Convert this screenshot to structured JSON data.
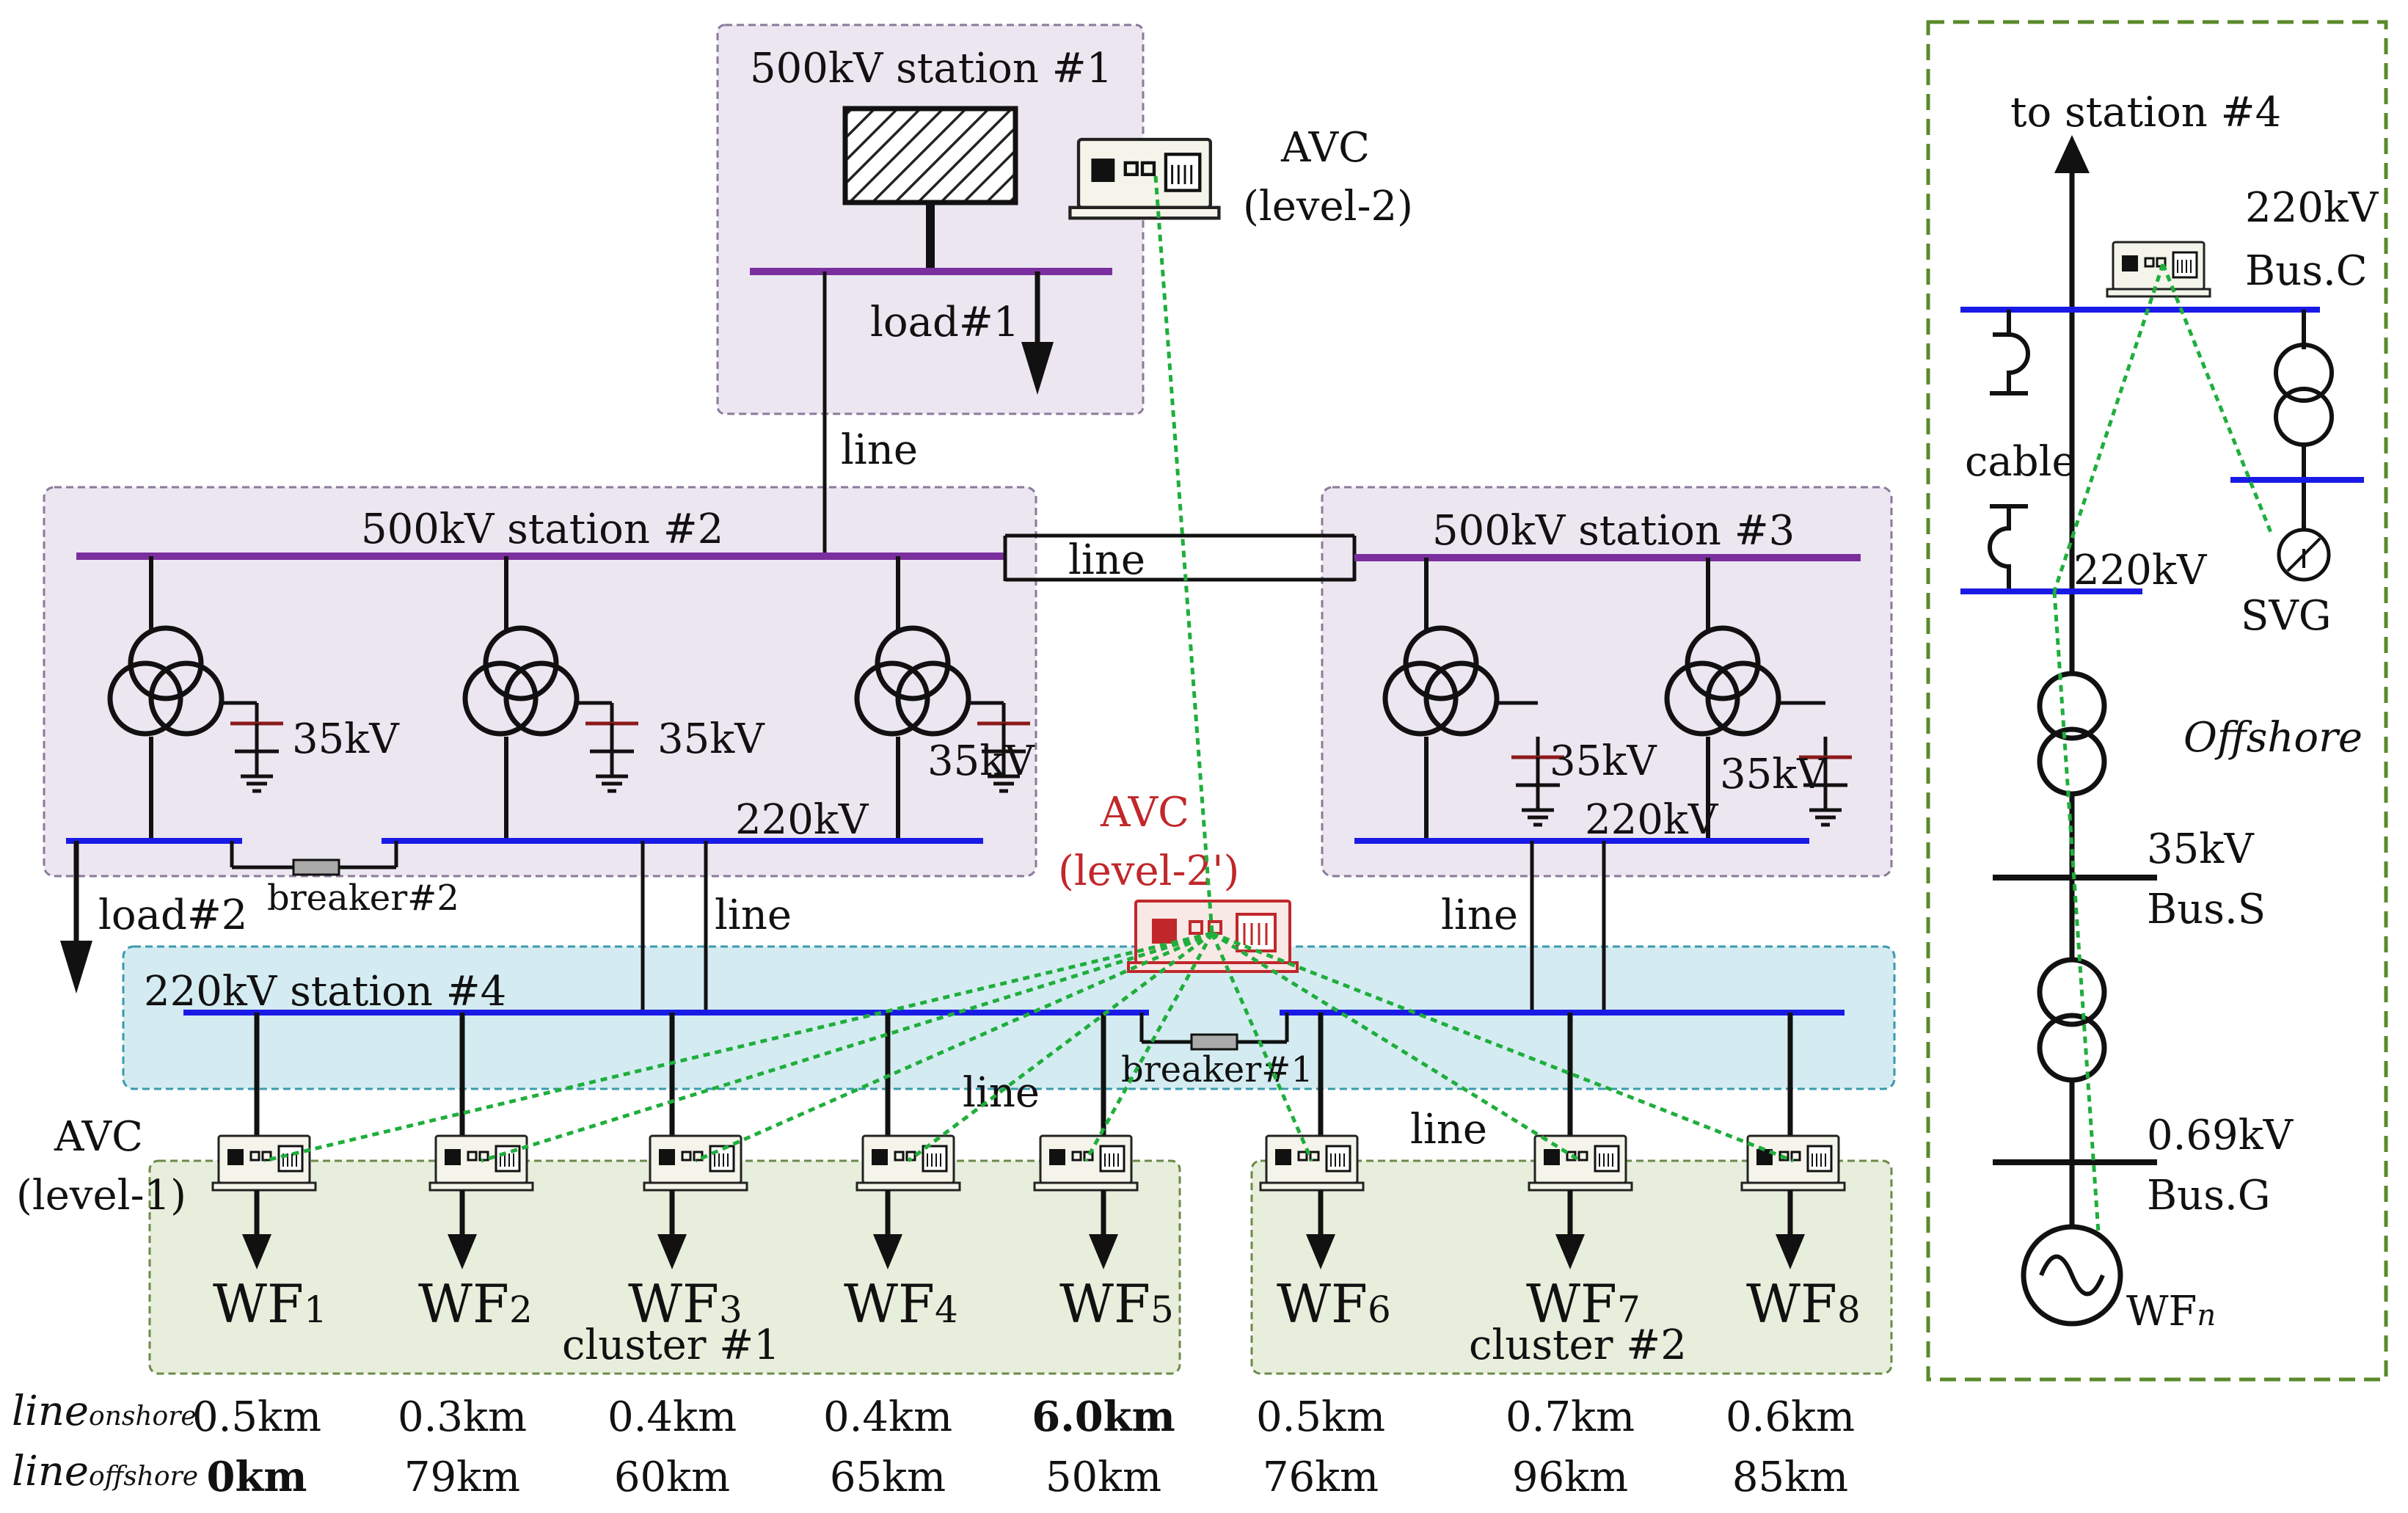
{
  "stations": {
    "s1": "500kV station #1",
    "s2": "500kV station #2",
    "s3": "500kV station #3",
    "s4": "220kV station #4"
  },
  "avc": {
    "level2_title": "AVC",
    "level2_sub": "(level-2)",
    "level2p_title": "AVC",
    "level2p_sub": "(level-2')",
    "level1_title": "AVC",
    "level1_sub": "(level-1)"
  },
  "labels": {
    "load1": "load#1",
    "load2": "load#2",
    "line": "line",
    "kv35": "35kV",
    "kv220": "220kV",
    "breaker1": "breaker#1",
    "breaker2": "breaker#2",
    "cluster1": "cluster #1",
    "cluster2": "cluster #2"
  },
  "wind_farms": [
    {
      "base": "WF",
      "sub": "1"
    },
    {
      "base": "WF",
      "sub": "2"
    },
    {
      "base": "WF",
      "sub": "3"
    },
    {
      "base": "WF",
      "sub": "4"
    },
    {
      "base": "WF",
      "sub": "5"
    },
    {
      "base": "WF",
      "sub": "6"
    },
    {
      "base": "WF",
      "sub": "7"
    },
    {
      "base": "WF",
      "sub": "8"
    }
  ],
  "table": {
    "onshore_label": {
      "base": "line",
      "sub": "onshore"
    },
    "offshore_label": {
      "base": "line",
      "sub": "offshore"
    },
    "onshore": [
      "0.5km",
      "0.3km",
      "0.4km",
      "0.4km",
      "6.0km",
      "0.5km",
      "0.7km",
      "0.6km"
    ],
    "offshore": [
      "0km",
      "79km",
      "60km",
      "65km",
      "50km",
      "76km",
      "96km",
      "85km"
    ]
  },
  "offshore_panel": {
    "to_station": "to station #4",
    "bus_c_kv": "220kV",
    "bus_c": "Bus.C",
    "cable": "cable",
    "kv220": "220kV",
    "svg_label": "SVG",
    "offshore": "Offshore",
    "bus_s_kv": "35kV",
    "bus_s": "Bus.S",
    "bus_g_kv": "0.69kV",
    "bus_g": "Bus.G",
    "wfn_base": "WF",
    "wfn_sub": "n"
  },
  "colors": {
    "bus_500": "#7b2f9e",
    "bus_220": "#1a1ae6",
    "comm": "#1fae3c",
    "avc_red": "#c0282b",
    "station_purple_fill": "#ece6f1",
    "station4_fill": "#d4ecf1",
    "cluster_fill": "#e7eedb",
    "panel_border": "#5a8a2b"
  }
}
